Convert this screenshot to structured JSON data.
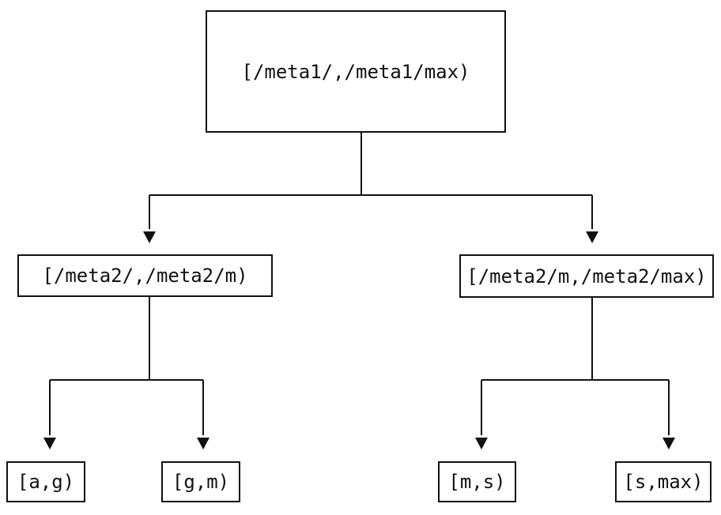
{
  "diagram": {
    "type": "tree",
    "description": "Two-level range partition tree",
    "colors": {
      "background": "#ffffff",
      "line": "#111111",
      "box_border": "#111111",
      "text": "#111111"
    },
    "nodes": {
      "root": {
        "id": "root",
        "label": "[/meta1/,/meta1/max)"
      },
      "left": {
        "id": "left",
        "label": "[/meta2/,/meta2/m)"
      },
      "right": {
        "id": "right",
        "label": "[/meta2/m,/meta2/max)"
      },
      "leaf_ag": {
        "id": "leaf_ag",
        "label": "[a,g)"
      },
      "leaf_gm": {
        "id": "leaf_gm",
        "label": "[g,m)"
      },
      "leaf_ms": {
        "id": "leaf_ms",
        "label": "[m,s)"
      },
      "leaf_smax": {
        "id": "leaf_smax",
        "label": "[s,max)"
      }
    },
    "edges": [
      {
        "from": "root",
        "to": "left"
      },
      {
        "from": "root",
        "to": "right"
      },
      {
        "from": "left",
        "to": "leaf_ag"
      },
      {
        "from": "left",
        "to": "leaf_gm"
      },
      {
        "from": "right",
        "to": "leaf_ms"
      },
      {
        "from": "right",
        "to": "leaf_smax"
      }
    ]
  }
}
